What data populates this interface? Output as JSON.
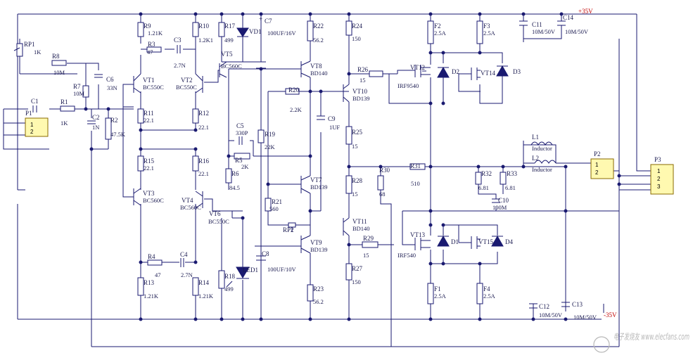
{
  "schematic": {
    "rails": {
      "positive": "+35V",
      "negative": "-35V"
    },
    "components": {
      "RP1": {
        "ref": "RP1",
        "value": "1K"
      },
      "R8": {
        "ref": "R8",
        "value": "10M"
      },
      "R7": {
        "ref": "R7",
        "value": "10M"
      },
      "C6": {
        "ref": "C6",
        "value": "33N"
      },
      "C1": {
        "ref": "C1"
      },
      "P1": {
        "ref": "P1",
        "pins": [
          "1",
          "2"
        ]
      },
      "R1": {
        "ref": "R1",
        "value": "1K"
      },
      "C2": {
        "ref": "C2",
        "value": "1N"
      },
      "R2": {
        "ref": "R2",
        "value": "47.5K"
      },
      "R9": {
        "ref": "R9",
        "value": "1.21K"
      },
      "R3": {
        "ref": "R3",
        "value": "47"
      },
      "C3": {
        "ref": "C3",
        "value": "2.7N"
      },
      "R10": {
        "ref": "R10",
        "value": "1.2K1"
      },
      "VT1": {
        "ref": "VT1",
        "value": "BC550C"
      },
      "VT2": {
        "ref": "VT2",
        "value": "BC550C"
      },
      "R11": {
        "ref": "R11",
        "value": "22.1"
      },
      "R12": {
        "ref": "R12",
        "value": "22.1"
      },
      "R15": {
        "ref": "R15",
        "value": "22.1"
      },
      "R16": {
        "ref": "R16",
        "value": "22.1"
      },
      "VT3": {
        "ref": "VT3",
        "value": "BC560C"
      },
      "VT4": {
        "ref": "VT4",
        "value": "BC560C"
      },
      "R4": {
        "ref": "R4",
        "value": "47"
      },
      "C4": {
        "ref": "C4",
        "value": "2.7N"
      },
      "R13": {
        "ref": "R13",
        "value": "1.21K"
      },
      "R14": {
        "ref": "R14",
        "value": "1.21K"
      },
      "R17": {
        "ref": "R17",
        "value": "499"
      },
      "VD1": {
        "ref": "VD1"
      },
      "C7": {
        "ref": "C7",
        "value": "100UF/16V"
      },
      "VT5": {
        "ref": "VT5",
        "value": "BC560C"
      },
      "R6": {
        "ref": "R6",
        "value": "84.5"
      },
      "C5": {
        "ref": "C5",
        "value": "330P"
      },
      "R5": {
        "ref": "R5",
        "value": "2K"
      },
      "R19": {
        "ref": "R19",
        "value": "22K"
      },
      "VT6": {
        "ref": "VT6",
        "value": "BC550C"
      },
      "R18": {
        "ref": "R18",
        "value": "499"
      },
      "LED1": {
        "ref": "LED1"
      },
      "C8": {
        "ref": "C8",
        "value": "100UF/10V"
      },
      "R22": {
        "ref": "R22",
        "value": "56.2"
      },
      "VT8": {
        "ref": "VT8",
        "value": "BD140"
      },
      "R20": {
        "ref": "R20",
        "value": "2.2K"
      },
      "C9": {
        "ref": "C9",
        "value": "1UF"
      },
      "VT7": {
        "ref": "VT7",
        "value": "BD139"
      },
      "R21": {
        "ref": "R21",
        "value": "560"
      },
      "RP2": {
        "ref": "RP2"
      },
      "VT9": {
        "ref": "VT9",
        "value": "BD139"
      },
      "R23": {
        "ref": "R23",
        "value": "56.2"
      },
      "R24": {
        "ref": "R24",
        "value": "150"
      },
      "R26": {
        "ref": "R26",
        "value": "15"
      },
      "VT10": {
        "ref": "VT10",
        "value": "BD139"
      },
      "R25": {
        "ref": "R25",
        "value": "15"
      },
      "R28": {
        "ref": "R28",
        "value": "15"
      },
      "R30": {
        "ref": "R30",
        "value": "68"
      },
      "R31": {
        "ref": "R31",
        "value": "510"
      },
      "VT11": {
        "ref": "VT11",
        "value": "BD140"
      },
      "R29": {
        "ref": "R29",
        "value": "15"
      },
      "R27": {
        "ref": "R27",
        "value": "150"
      },
      "VT12": {
        "ref": "VT12",
        "value": "IRF9540"
      },
      "F2": {
        "ref": "F2",
        "value": "2.5A"
      },
      "F3": {
        "ref": "F3",
        "value": "2.5A"
      },
      "D2": {
        "ref": "D2"
      },
      "VT14": {
        "ref": "VT14"
      },
      "D3": {
        "ref": "D3"
      },
      "VT13": {
        "ref": "VT13",
        "value": "IRF540"
      },
      "D1": {
        "ref": "D1"
      },
      "VT15": {
        "ref": "VT15"
      },
      "D4": {
        "ref": "D4"
      },
      "F1": {
        "ref": "F1",
        "value": "2.5A"
      },
      "F4": {
        "ref": "F4",
        "value": "2.5A"
      },
      "C11": {
        "ref": "C11",
        "value": "10M/50V"
      },
      "C14": {
        "ref": "C14",
        "value": "10M/50V"
      },
      "L1": {
        "ref": "L1",
        "value": "Inductor"
      },
      "L2": {
        "ref": "L2",
        "value": "Inductor"
      },
      "R32": {
        "ref": "R32",
        "value": "6.81"
      },
      "R33": {
        "ref": "R33",
        "value": "6.81"
      },
      "C10": {
        "ref": "C10",
        "value": "100M"
      },
      "P2": {
        "ref": "P2",
        "pins": [
          "1",
          "2"
        ]
      },
      "P3": {
        "ref": "P3",
        "pins": [
          "1",
          "2",
          "3"
        ]
      },
      "C12": {
        "ref": "C12",
        "value": "10M/50V"
      },
      "C13": {
        "ref": "C13",
        "value": "10M/50V"
      }
    },
    "watermark": "电子发烧友  www.elecfans.com"
  }
}
